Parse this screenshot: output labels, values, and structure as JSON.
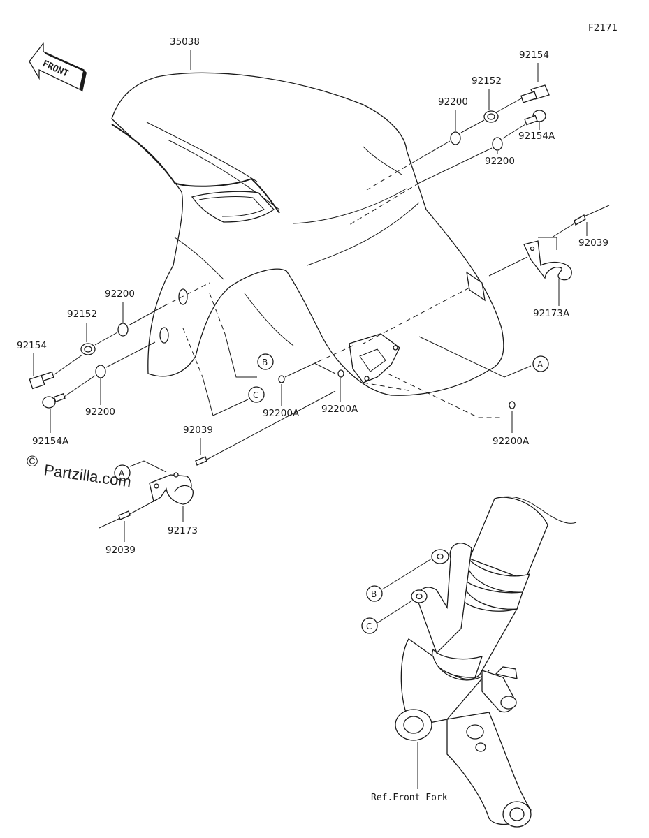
{
  "diagram_code": "F2171",
  "front_label": "FRONT",
  "watermark": "Partzilla.com",
  "copyright_symbol": "©",
  "parts": {
    "fender": "35038",
    "bolt_top_right": "92154",
    "collar_top_right": "92152",
    "washer_top_right_a": "92200",
    "bolt_a_top_right": "92154A",
    "washer_top_right_b": "92200",
    "pin_right": "92039",
    "clamp_right": "92173A",
    "washer_left_a": "92200",
    "collar_left": "92152",
    "bolt_left": "92154",
    "washer_left_b": "92200",
    "bolt_a_left": "92154A",
    "washer_a_1": "92200A",
    "washer_a_2": "92200A",
    "washer_a_3": "92200A",
    "pin_mid": "92039",
    "clamp_left": "92173",
    "pin_bottom": "92039",
    "fork_ref": "Ref.Front Fork"
  },
  "callouts": {
    "a_right": "A",
    "a_left": "A",
    "b_fender": "B",
    "c_fender": "C",
    "b_fork": "B",
    "c_fork": "C"
  }
}
